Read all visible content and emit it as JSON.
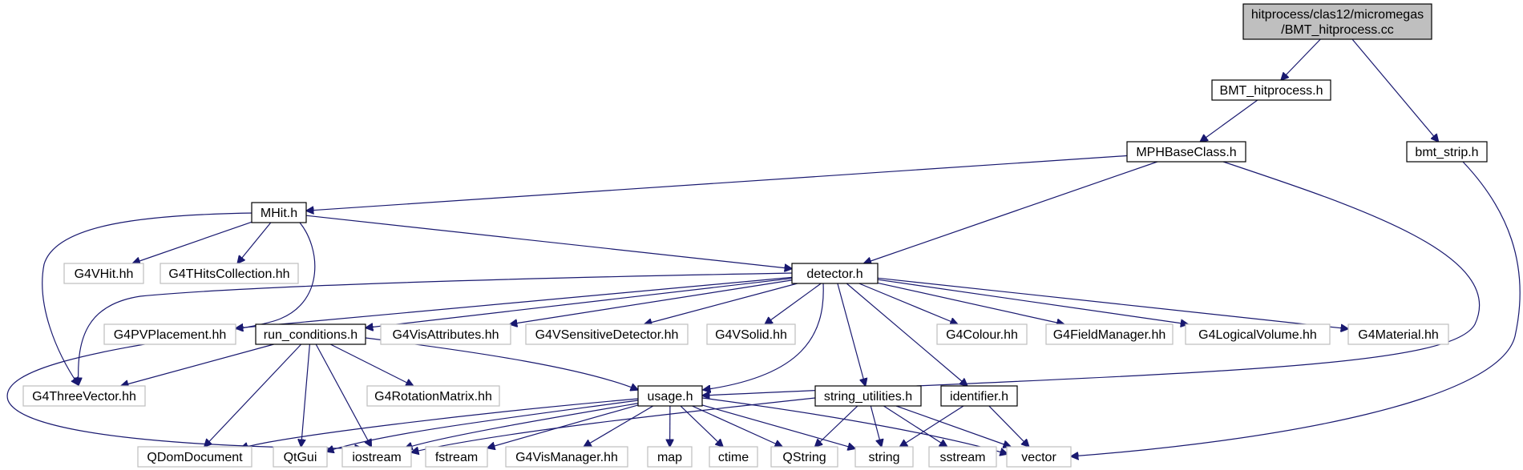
{
  "diagram": {
    "type": "include-dependency-graph",
    "colors": {
      "edge": "#191970",
      "main_fill": "#bfbfbf",
      "project_border": "#000000",
      "external_border": "#bfbfbf",
      "background": "#ffffff"
    },
    "nodes": [
      {
        "id": "bmt_hitprocess_cc",
        "lines": [
          "hitprocess/clas12/micromegas",
          "/BMT_hitprocess.cc"
        ],
        "kind": "main"
      },
      {
        "id": "bmt_hitprocess_h",
        "lines": [
          "BMT_hitprocess.h"
        ],
        "kind": "project"
      },
      {
        "id": "bmt_strip_h",
        "lines": [
          "bmt_strip.h"
        ],
        "kind": "project"
      },
      {
        "id": "mphbaseclass_h",
        "lines": [
          "MPHBaseClass.h"
        ],
        "kind": "project"
      },
      {
        "id": "mhit_h",
        "lines": [
          "MHit.h"
        ],
        "kind": "project"
      },
      {
        "id": "detector_h",
        "lines": [
          "detector.h"
        ],
        "kind": "project"
      },
      {
        "id": "run_conditions_h",
        "lines": [
          "run_conditions.h"
        ],
        "kind": "project"
      },
      {
        "id": "usage_h",
        "lines": [
          "usage.h"
        ],
        "kind": "project"
      },
      {
        "id": "string_utilities_h",
        "lines": [
          "string_utilities.h"
        ],
        "kind": "project"
      },
      {
        "id": "identifier_h",
        "lines": [
          "identifier.h"
        ],
        "kind": "project"
      },
      {
        "id": "g4vhit_hh",
        "lines": [
          "G4VHit.hh"
        ],
        "kind": "external"
      },
      {
        "id": "g4thitscollection_hh",
        "lines": [
          "G4THitsCollection.hh"
        ],
        "kind": "external"
      },
      {
        "id": "g4pvplacement_hh",
        "lines": [
          "G4PVPlacement.hh"
        ],
        "kind": "external"
      },
      {
        "id": "g4visattributes_hh",
        "lines": [
          "G4VisAttributes.hh"
        ],
        "kind": "external"
      },
      {
        "id": "g4vsensitivedetector_hh",
        "lines": [
          "G4VSensitiveDetector.hh"
        ],
        "kind": "external"
      },
      {
        "id": "g4vsolid_hh",
        "lines": [
          "G4VSolid.hh"
        ],
        "kind": "external"
      },
      {
        "id": "g4colour_hh",
        "lines": [
          "G4Colour.hh"
        ],
        "kind": "external"
      },
      {
        "id": "g4fieldmanager_hh",
        "lines": [
          "G4FieldManager.hh"
        ],
        "kind": "external"
      },
      {
        "id": "g4logicalvolume_hh",
        "lines": [
          "G4LogicalVolume.hh"
        ],
        "kind": "external"
      },
      {
        "id": "g4material_hh",
        "lines": [
          "G4Material.hh"
        ],
        "kind": "external"
      },
      {
        "id": "g4threevector_hh",
        "lines": [
          "G4ThreeVector.hh"
        ],
        "kind": "external"
      },
      {
        "id": "g4rotationmatrix_hh",
        "lines": [
          "G4RotationMatrix.hh"
        ],
        "kind": "external"
      },
      {
        "id": "qdomdocument",
        "lines": [
          "QDomDocument"
        ],
        "kind": "external"
      },
      {
        "id": "qtgui",
        "lines": [
          "QtGui"
        ],
        "kind": "external"
      },
      {
        "id": "iostream",
        "lines": [
          "iostream"
        ],
        "kind": "external"
      },
      {
        "id": "fstream",
        "lines": [
          "fstream"
        ],
        "kind": "external"
      },
      {
        "id": "g4vismanager_hh",
        "lines": [
          "G4VisManager.hh"
        ],
        "kind": "external"
      },
      {
        "id": "map",
        "lines": [
          "map"
        ],
        "kind": "external"
      },
      {
        "id": "ctime",
        "lines": [
          "ctime"
        ],
        "kind": "external"
      },
      {
        "id": "qstring",
        "lines": [
          "QString"
        ],
        "kind": "external"
      },
      {
        "id": "string",
        "lines": [
          "string"
        ],
        "kind": "external"
      },
      {
        "id": "sstream",
        "lines": [
          "sstream"
        ],
        "kind": "external"
      },
      {
        "id": "vector",
        "lines": [
          "vector"
        ],
        "kind": "external"
      }
    ],
    "edges": [
      [
        "bmt_hitprocess_cc",
        "bmt_hitprocess_h"
      ],
      [
        "bmt_hitprocess_cc",
        "bmt_strip_h"
      ],
      [
        "bmt_hitprocess_h",
        "mphbaseclass_h"
      ],
      [
        "mphbaseclass_h",
        "mhit_h"
      ],
      [
        "mphbaseclass_h",
        "detector_h"
      ],
      [
        "mphbaseclass_h",
        "usage_h"
      ],
      [
        "bmt_strip_h",
        "vector"
      ],
      [
        "mhit_h",
        "g4vhit_hh"
      ],
      [
        "mhit_h",
        "g4thitscollection_hh"
      ],
      [
        "mhit_h",
        "g4threevector_hh"
      ],
      [
        "mhit_h",
        "iostream"
      ],
      [
        "mhit_h",
        "detector_h"
      ],
      [
        "detector_h",
        "g4pvplacement_hh"
      ],
      [
        "detector_h",
        "run_conditions_h"
      ],
      [
        "detector_h",
        "g4visattributes_hh"
      ],
      [
        "detector_h",
        "g4vsensitivedetector_hh"
      ],
      [
        "detector_h",
        "g4vsolid_hh"
      ],
      [
        "detector_h",
        "g4colour_hh"
      ],
      [
        "detector_h",
        "g4fieldmanager_hh"
      ],
      [
        "detector_h",
        "g4logicalvolume_hh"
      ],
      [
        "detector_h",
        "g4material_hh"
      ],
      [
        "detector_h",
        "g4threevector_hh"
      ],
      [
        "detector_h",
        "usage_h"
      ],
      [
        "detector_h",
        "string_utilities_h"
      ],
      [
        "detector_h",
        "identifier_h"
      ],
      [
        "run_conditions_h",
        "g4threevector_hh"
      ],
      [
        "run_conditions_h",
        "g4rotationmatrix_hh"
      ],
      [
        "run_conditions_h",
        "usage_h"
      ],
      [
        "run_conditions_h",
        "qdomdocument"
      ],
      [
        "run_conditions_h",
        "qtgui"
      ],
      [
        "run_conditions_h",
        "iostream"
      ],
      [
        "usage_h",
        "qdomdocument"
      ],
      [
        "usage_h",
        "qtgui"
      ],
      [
        "usage_h",
        "iostream"
      ],
      [
        "usage_h",
        "fstream"
      ],
      [
        "usage_h",
        "g4vismanager_hh"
      ],
      [
        "usage_h",
        "map"
      ],
      [
        "usage_h",
        "ctime"
      ],
      [
        "usage_h",
        "qstring"
      ],
      [
        "usage_h",
        "string"
      ],
      [
        "usage_h",
        "vector"
      ],
      [
        "string_utilities_h",
        "iostream"
      ],
      [
        "string_utilities_h",
        "qstring"
      ],
      [
        "string_utilities_h",
        "string"
      ],
      [
        "string_utilities_h",
        "sstream"
      ],
      [
        "string_utilities_h",
        "vector"
      ],
      [
        "identifier_h",
        "string"
      ],
      [
        "identifier_h",
        "vector"
      ]
    ]
  }
}
